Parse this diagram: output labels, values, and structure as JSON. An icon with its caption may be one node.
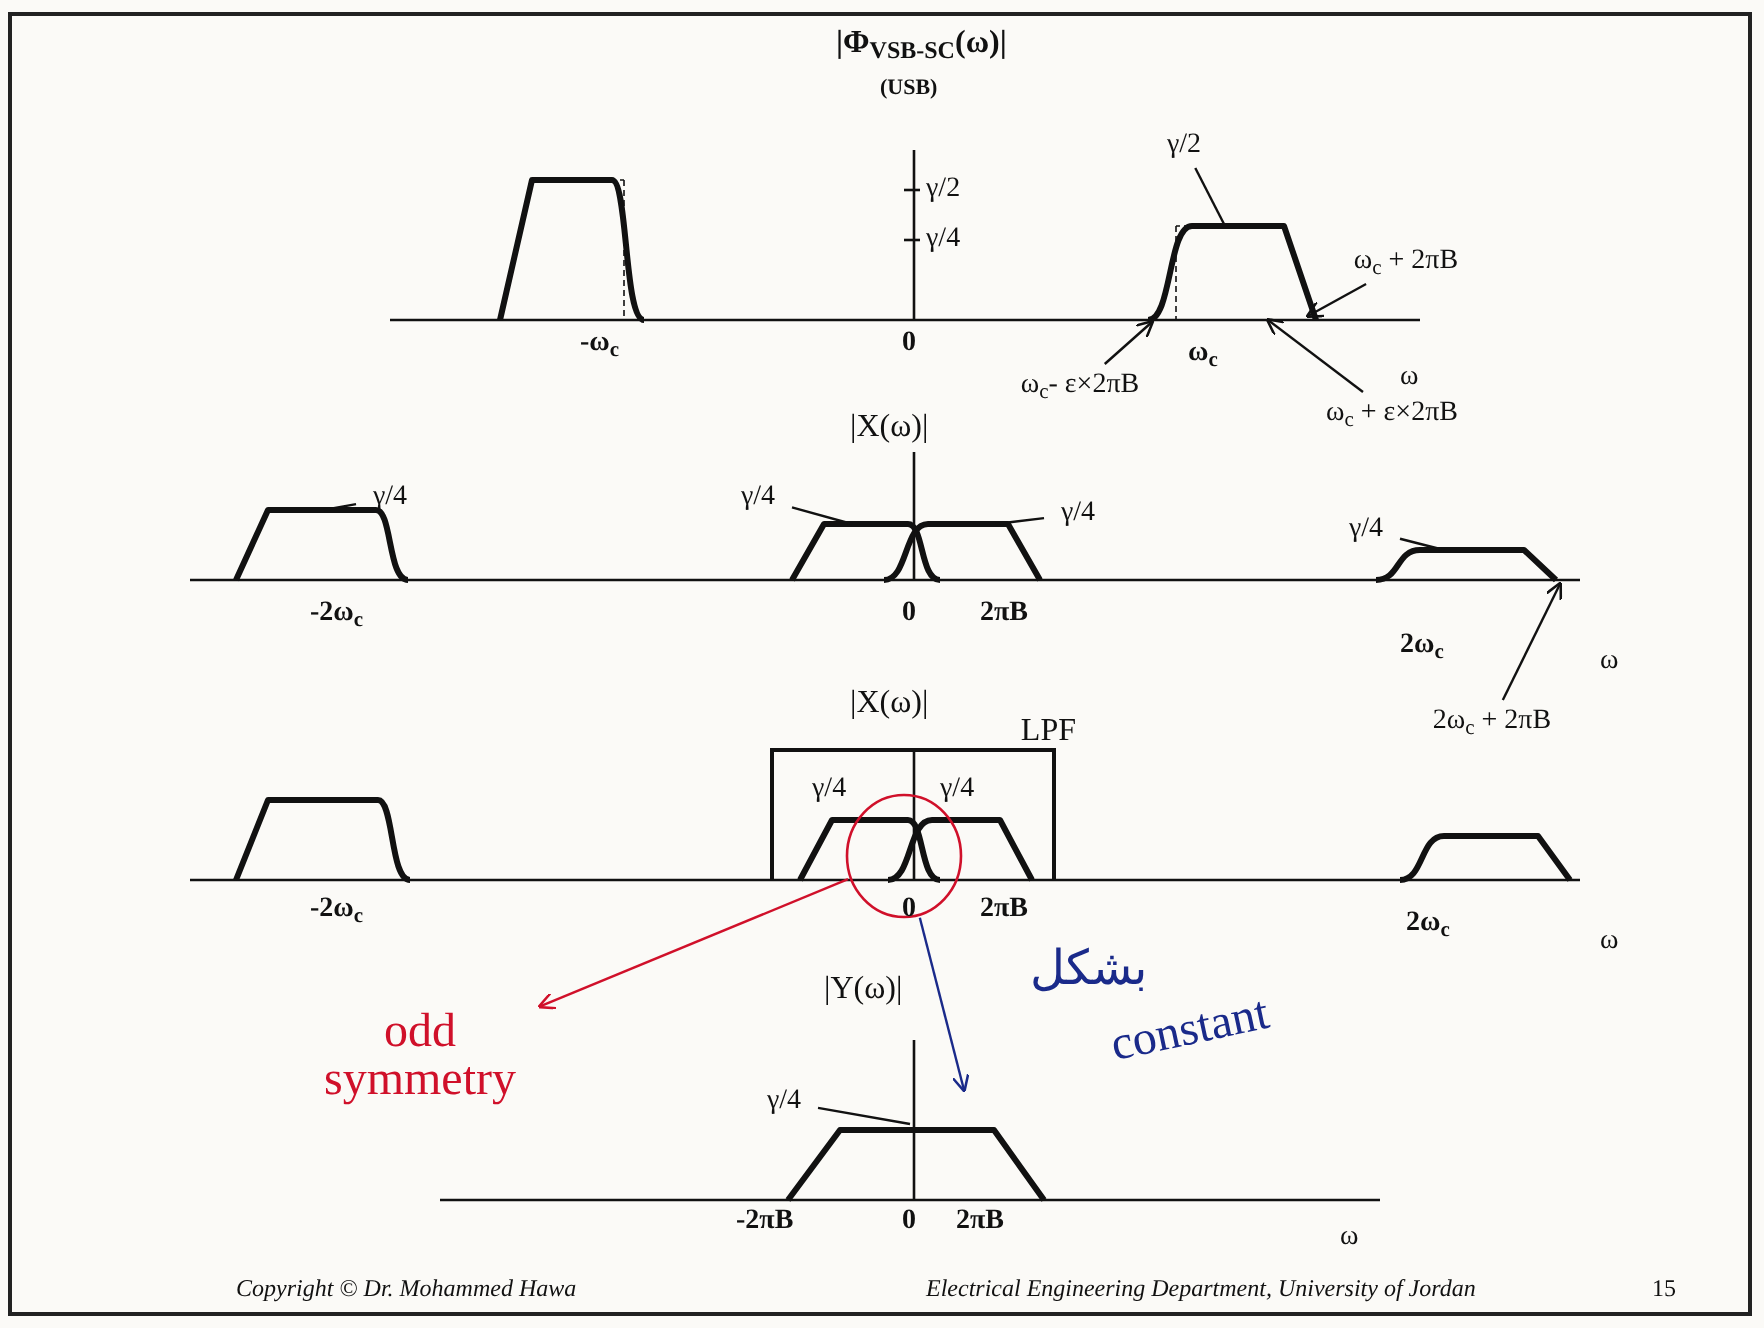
{
  "diagram": {
    "nodes": [
      {
        "text": [
          "ω$_{c}$ + 2πB"
        ]
      },
      {
        "text": [
          "ω$_{c}$- ε×2πB"
        ]
      },
      {
        "text": [
          "ω$_{c}$ + ε×2πB"
        ]
      },
      {
        "text": [
          "γ/2"
        ]
      },
      {
        "text": [
          "γ/4"
        ]
      },
      {
        "text": [
          "γ/4"
        ]
      },
      {
        "text": [
          "γ/4"
        ]
      },
      {
        "text": [
          "γ/4"
        ]
      },
      {
        "text": [
          "2ω$_{c}$ + 2πB"
        ]
      },
      {
        "text": [
          "LPF"
        ]
      },
      {
        "text": [],
        "shape": "circle"
      },
      {
        "text": [
          "odd symmetry"
        ]
      },
      {
        "text": [
          "γ/4"
        ]
      }
    ],
    "edges": [
      {
        "from": 0,
        "to": null,
        "arrow": "to"
      },
      {
        "from": 1,
        "to": null,
        "arrow": "to"
      },
      {
        "from": 2,
        "to": null,
        "arrow": "to"
      },
      {
        "from": 3,
        "to": null,
        "arrow": "none"
      },
      {
        "from": 4,
        "to": null,
        "arrow": "none"
      },
      {
        "from": 5,
        "to": null,
        "arrow": "none"
      },
      {
        "from": 6,
        "to": null,
        "arrow": "none"
      },
      {
        "from": 7,
        "to": null,
        "arrow": "none"
      },
      {
        "from": 8,
        "to": null,
        "arrow": "to"
      },
      {
        "from": 10,
        "to": 11,
        "arrow": "to",
        "color": "#d0102a"
      },
      {
        "from": 10,
        "to": null,
        "arrow": "to",
        "color": "#1a2a8a"
      },
      {
        "from": 12,
        "to": null,
        "arrow": "none"
      }
    ],
    "labels": [
      "|Φ$_{VSB-SC}$(ω)|",
      "(USB)",
      "γ/2",
      "γ/4",
      "-ω$_{c}$",
      "0",
      "ω$_{c}$",
      "ω",
      "|X(ω)|",
      "-2ω$_{c}$",
      "0",
      "2πB",
      "2ω$_{c}$",
      "ω",
      "|X(ω)|",
      "γ/4",
      "γ/4",
      "-2ω$_{c}$",
      "0",
      "2πB",
      "2ω$_{c}$",
      "ω",
      "بشكل",
      "constant",
      "|Y(ω)|",
      "-2πB",
      "0",
      "2πB",
      "ω",
      "Copyright © Dr. Mohammed Hawa",
      "Electrical Engineering Department, University of Jordan",
      "15"
    ]
  }
}
